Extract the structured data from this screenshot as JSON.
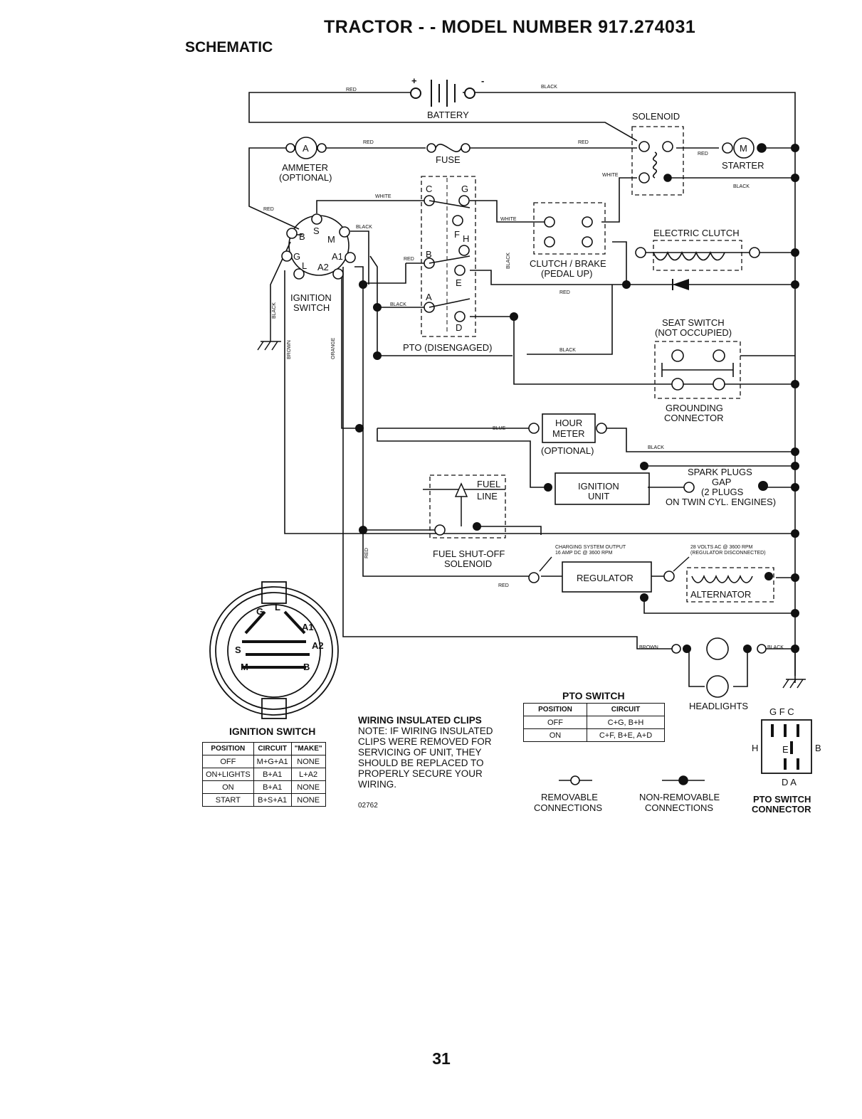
{
  "header": {
    "title": "TRACTOR - - MODEL NUMBER 917.274031",
    "subtitle": "SCHEMATIC"
  },
  "components": {
    "battery": "BATTERY",
    "battery_plus": "+",
    "battery_minus": "-",
    "solenoid": "SOLENOID",
    "ammeter": "AMMETER",
    "ammeter_optional": "(OPTIONAL)",
    "ammeter_symbol": "A",
    "fuse": "FUSE",
    "starter": "STARTER",
    "starter_symbol": "M",
    "electric_clutch": "ELECTRIC CLUTCH",
    "clutch_brake": "CLUTCH / BRAKE",
    "pedal_up": "(PEDAL UP)",
    "ignition_switch": "IGNITION",
    "ignition_switch2": "SWITCH",
    "seat_switch": "SEAT SWITCH",
    "not_occupied": "(NOT OCCUPIED)",
    "grounding": "GROUNDING",
    "connector": "CONNECTOR",
    "pto_disengaged": "PTO (DISENGAGED)",
    "hour": "HOUR",
    "meter": "METER",
    "hour_optional": "(OPTIONAL)",
    "spark_plugs": "SPARK PLUGS",
    "gap": "GAP",
    "two_plugs": "(2 PLUGS",
    "twin_cyl": "ON TWIN CYL. ENGINES)",
    "ignition_unit1": "IGNITION",
    "ignition_unit2": "UNIT",
    "fuel": "FUEL",
    "line": "LINE",
    "fuel_shutoff": "FUEL SHUT-OFF",
    "solenoid2": "SOLENOID",
    "charging_output": "CHARGING SYSTEM OUTPUT",
    "charging_amp": "16 AMP DC @ 3600 RPM",
    "volts_ac": "28 VOLTS AC @ 3600 RPM",
    "reg_disc": "(REGULATOR DISCONNECTED)",
    "regulator": "REGULATOR",
    "alternator": "ALTERNATOR",
    "headlights": "HEADLIGHTS"
  },
  "switch_terminals": {
    "ign": [
      "S",
      "B",
      "M",
      "G",
      "A1",
      "L",
      "A2"
    ],
    "pto": [
      "C",
      "G",
      "F",
      "H",
      "B",
      "E",
      "A",
      "D"
    ]
  },
  "wire_colors": {
    "red": "RED",
    "black": "BLACK",
    "white": "WHITE",
    "brown": "BROWN",
    "orange": "ORANGE",
    "blue": "BLUE"
  },
  "ignition_table": {
    "caption": "IGNITION SWITCH",
    "headers": [
      "POSITION",
      "CIRCUIT",
      "\"MAKE\""
    ],
    "rows": [
      [
        "OFF",
        "M+G+A1",
        "NONE"
      ],
      [
        "ON+LIGHTS",
        "B+A1",
        "L+A2"
      ],
      [
        "ON",
        "B+A1",
        "NONE"
      ],
      [
        "START",
        "B+S+A1",
        "NONE"
      ]
    ]
  },
  "ignition_face": {
    "labels": [
      "G",
      "L",
      "A1",
      "A2",
      "S",
      "M",
      "B"
    ]
  },
  "pto_table": {
    "caption": "PTO SWITCH",
    "headers": [
      "POSITION",
      "CIRCUIT"
    ],
    "rows": [
      [
        "OFF",
        "C+G, B+H"
      ],
      [
        "ON",
        "C+F, B+E, A+D"
      ]
    ]
  },
  "wiring_note": {
    "heading": "WIRING INSULATED CLIPS",
    "text": "NOTE: IF WIRING INSULATED CLIPS WERE REMOVED FOR SERVICING OF UNIT, THEY SHOULD BE REPLACED TO PROPERLY SECURE YOUR WIRING.",
    "code": "02762"
  },
  "legend": {
    "removable1": "REMOVABLE",
    "removable2": "CONNECTIONS",
    "nonremovable1": "NON-REMOVABLE",
    "nonremovable2": "CONNECTIONS"
  },
  "pto_connector": {
    "top": "G F C",
    "left": "H",
    "mid": "E",
    "right": "B",
    "bottom": "D A",
    "label1": "PTO SWITCH",
    "label2": "CONNECTOR"
  },
  "page_number": "31"
}
